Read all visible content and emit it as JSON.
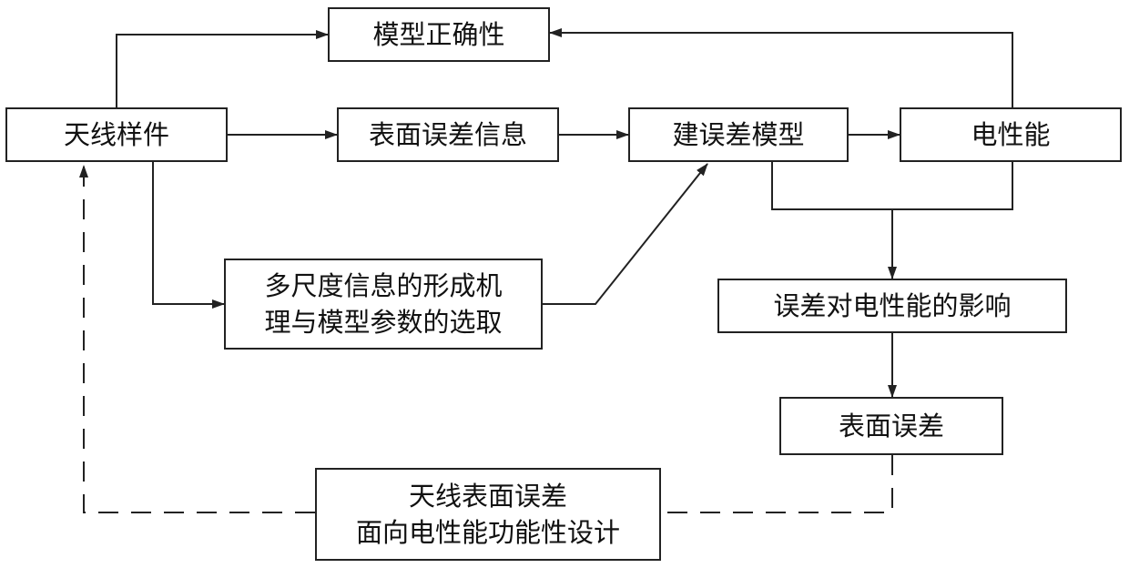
{
  "diagram": {
    "nodes": {
      "model_correctness": "模型正确性",
      "antenna_sample": "天线样件",
      "surface_error_info": "表面误差信息",
      "build_error_model": "建误差模型",
      "electrical_performance": "电性能",
      "multiscale_line1": "多尺度信息的形成机",
      "multiscale_line2": "理与模型参数的选取",
      "error_effect": "误差对电性能的影响",
      "surface_error": "表面误差",
      "design_line1": "天线表面误差",
      "design_line2": "面向电性能功能性设计"
    },
    "edges": [
      {
        "from": "antenna_sample",
        "to": "model_correctness",
        "style": "solid"
      },
      {
        "from": "electrical_performance",
        "to": "model_correctness",
        "style": "solid"
      },
      {
        "from": "antenna_sample",
        "to": "surface_error_info",
        "style": "solid"
      },
      {
        "from": "surface_error_info",
        "to": "build_error_model",
        "style": "solid"
      },
      {
        "from": "build_error_model",
        "to": "electrical_performance",
        "style": "solid"
      },
      {
        "from": "antenna_sample",
        "to": "multiscale",
        "style": "solid"
      },
      {
        "from": "multiscale",
        "to": "build_error_model",
        "style": "solid"
      },
      {
        "from": "build_error_model",
        "to": "error_effect",
        "style": "solid"
      },
      {
        "from": "electrical_performance",
        "to": "error_effect",
        "style": "solid"
      },
      {
        "from": "error_effect",
        "to": "surface_error",
        "style": "solid"
      },
      {
        "from": "surface_error",
        "to": "design",
        "style": "dashed"
      },
      {
        "from": "design",
        "to": "antenna_sample",
        "style": "dashed"
      }
    ],
    "colors": {
      "line": "#222222",
      "box_border": "#222222",
      "background": "#ffffff"
    }
  }
}
